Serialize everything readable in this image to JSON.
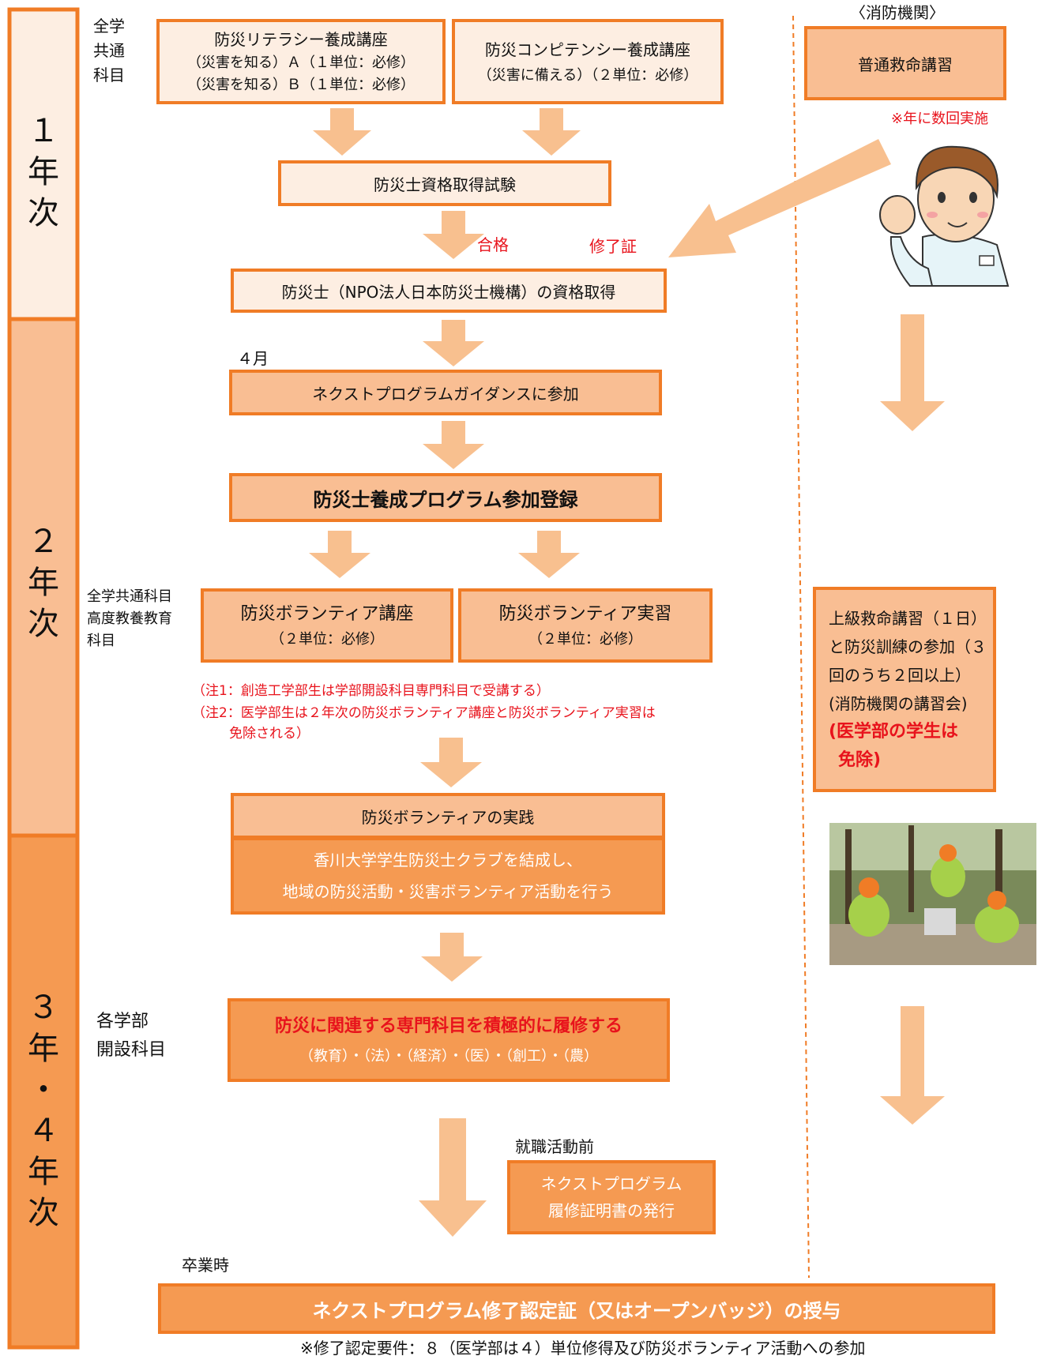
{
  "years": {
    "y1": "１\n年\n次",
    "y2": "２\n年\n次",
    "y34": "３\n年\n・\n４\n年\n次"
  },
  "category_labels": {
    "common": "全学\n共通\n科目",
    "advanced": "全学共通科目\n高度教養教育\n科目",
    "faculty": "各学部\n開設科目"
  },
  "fire_dept": {
    "header": "〈消防機関〉",
    "basic_course": "普通救命講習",
    "basic_note": "※年に数回実施",
    "advanced_lines": [
      "上級救命講習（１日）",
      "と防災訓練の参加（３",
      "回のうち２回以上）",
      "(消防機関の講習会)"
    ],
    "advanced_red": [
      "(医学部の学生は",
      "免除)"
    ]
  },
  "courses": {
    "literacy_title": "防災リテラシー養成講座",
    "literacy_a": "（災害を知る）Ａ（１単位：必修）",
    "literacy_b": "（災害を知る）Ｂ（１単位：必修）",
    "competency_title": "防災コンピテンシー養成講座",
    "competency_sub": "（災害に備える）（２単位：必修）",
    "exam": "防災士資格取得試験",
    "pass": "合格",
    "certificate": "修了証",
    "qualification": "防災士（NPO法人日本防災士機構）の資格取得",
    "april": "４月",
    "guidance": "ネクストプログラムガイダンスに参加",
    "registration": "防災士養成プログラム参加登録",
    "volunteer_course": "防災ボランティア講座",
    "volunteer_course_sub": "（２単位：必修）",
    "volunteer_practice": "防災ボランティア実習",
    "volunteer_practice_sub": "（２単位：必修）",
    "note1": "（注1：創造工学部生は学部開設科目専門科目で受講する）",
    "note2": "（注2：医学部生は２年次の防災ボランティア講座と防災ボランティア実習は",
    "note2b": "免除される）",
    "practice_title": "防災ボランティアの実践",
    "practice_1": "香川大学学生防災士クラブを結成し、",
    "practice_2": "地域の防災活動・災害ボランティア活動を行う",
    "specialized_title": "防災に関連する専門科目を積極的に履修する",
    "specialized_sub": "（教育）・（法）・（経済）・（医）・（創工）・（農）",
    "before_job": "就職活動前",
    "certificate_1": "ネクストプログラム",
    "certificate_2": "履修証明書の発行",
    "graduation": "卒業時",
    "final": "ネクストプログラム修了認定証（又はオープンバッジ）の授与",
    "footnote": "※修了認定要件：８（医学部は４）単位修得及び防災ボランティア活動への参加"
  },
  "colors": {
    "border": "#f07c26",
    "pale": "#fdeee2",
    "mid": "#f9be93",
    "deep": "#f59a52",
    "arrow": "#f8c08f",
    "red": "#e8131c"
  }
}
